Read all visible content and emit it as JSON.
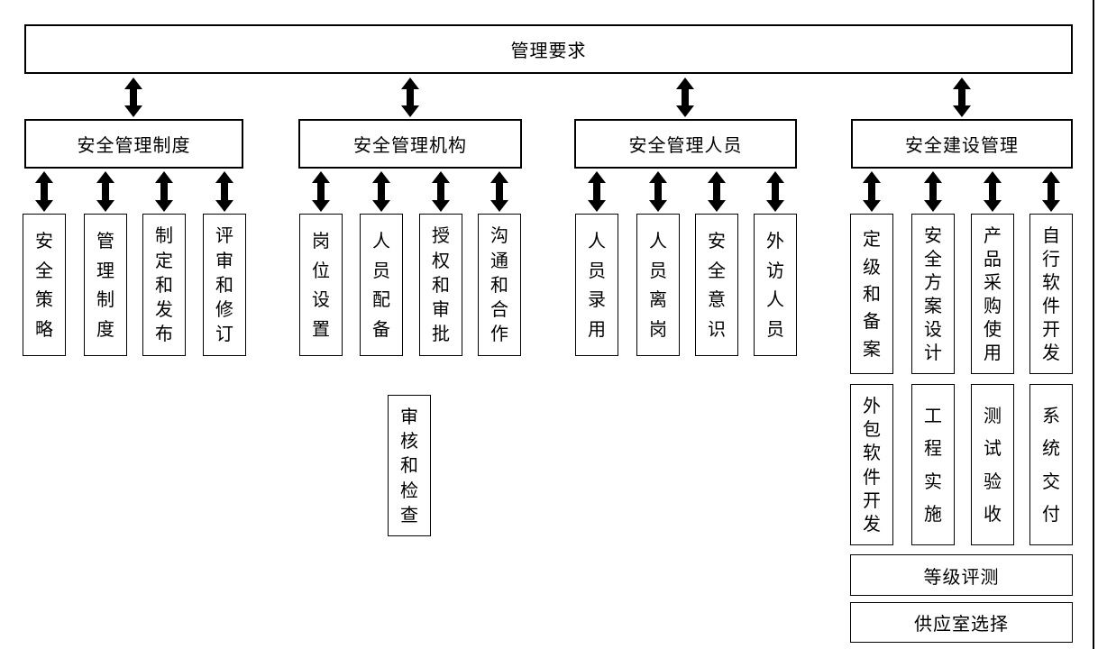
{
  "root": {
    "label": "管理要求"
  },
  "groups": [
    {
      "label": "安全管理制度",
      "children": [
        "安全策略",
        "管理制度",
        "制定和发布",
        "评审和修订"
      ]
    },
    {
      "label": "安全管理机构",
      "children": [
        "岗位设置",
        "人员配备",
        "授权和审批",
        "沟通和合作"
      ],
      "extra": "审核和检查"
    },
    {
      "label": "安全管理人员",
      "children": [
        "人员录用",
        "人员离岗",
        "安全意识",
        "外访人员"
      ]
    },
    {
      "label": "安全建设管理",
      "children": [
        "定级和备案",
        "安全方案设计",
        "产品采购使用",
        "自行软件开发"
      ],
      "row2": [
        "外包软件开发",
        "工程实施",
        "测试验收",
        "系统交付"
      ],
      "bottom": [
        "等级评测",
        "供应室选择"
      ]
    }
  ],
  "colors": {
    "line": "#000000",
    "background": "#ffffff"
  }
}
